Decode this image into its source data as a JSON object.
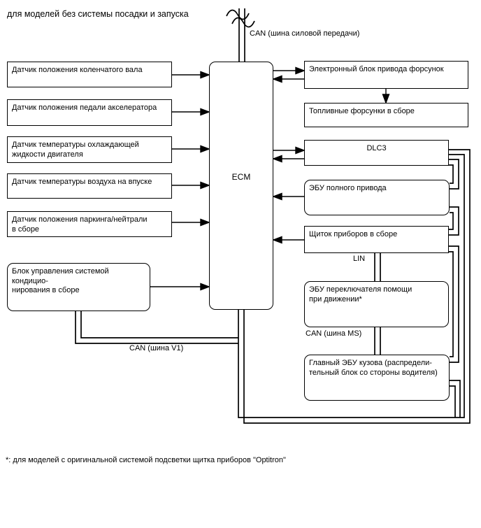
{
  "title": "для моделей без системы посадки и запуска",
  "footnote": "*: для моделей с оригинальной системой подсветки щитка приборов \"Optitron\"",
  "ecm": {
    "label": "ECM"
  },
  "bus_labels": {
    "can_powertrain": "CAN (шина силовой передачи)",
    "lin": "LIN",
    "can_ms": "CAN (шина MS)",
    "can_v1": "CAN (шина V1)"
  },
  "left_boxes": [
    {
      "label": "Датчик положения коленчатого вала"
    },
    {
      "label": "Датчик положения педали акселератора"
    },
    {
      "label": "Датчик температуры охлаждающей\nжидкости двигателя"
    },
    {
      "label": "Датчик температуры воздуха на впуске"
    },
    {
      "label": "Датчик положения паркинга/нейтрали\nв сборе"
    },
    {
      "label": "Блок управления системой кондицио-\nнирования в сборе"
    }
  ],
  "right_boxes": [
    {
      "label": "Электронный блок привода форсунок"
    },
    {
      "label": "Топливные форсунки в сборе"
    },
    {
      "label": "DLC3"
    },
    {
      "label": "ЭБУ полного привода"
    },
    {
      "label": "Щиток приборов в сборе"
    },
    {
      "label": "ЭБУ переключателя помощи\nпри движении*"
    },
    {
      "label": "Главный ЭБУ кузова (распредели-\nтельный блок со стороны водителя)"
    }
  ],
  "colors": {
    "line": "#000000",
    "background": "#ffffff"
  }
}
